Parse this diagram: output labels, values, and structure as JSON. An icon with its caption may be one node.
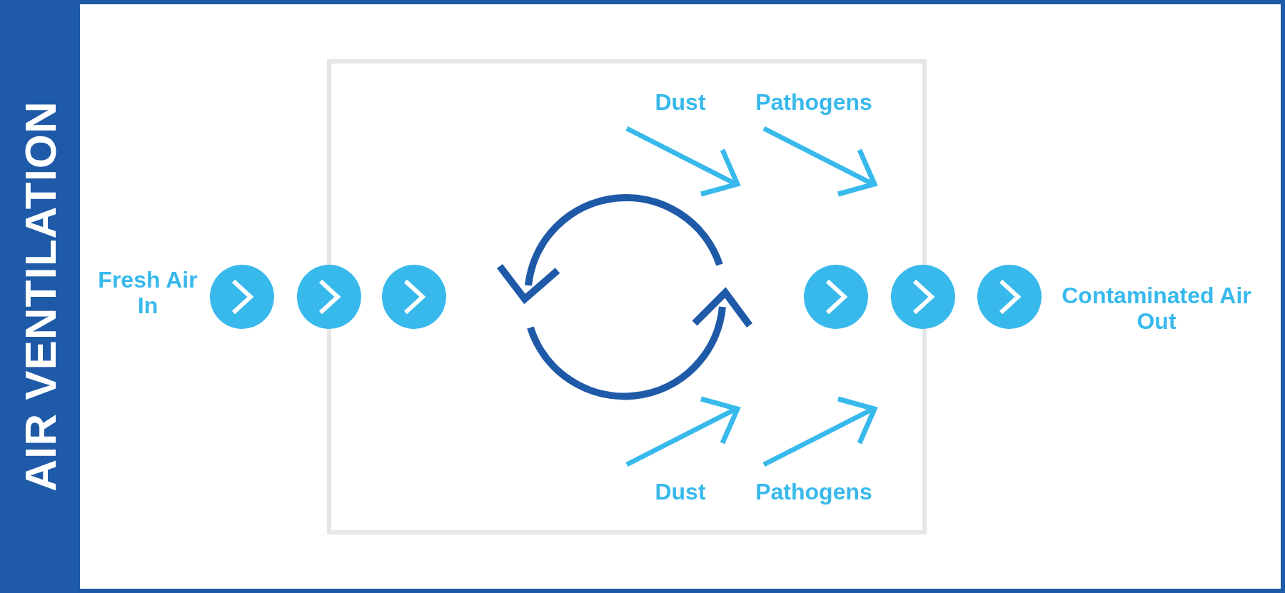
{
  "diagram": {
    "title": "AIR VENTILATION",
    "labels": [
      "Dust",
      "Pathogens",
      "Fresh Air In",
      "Contaminated Air Out",
      "Dust",
      "Pathogens"
    ]
  }
}
